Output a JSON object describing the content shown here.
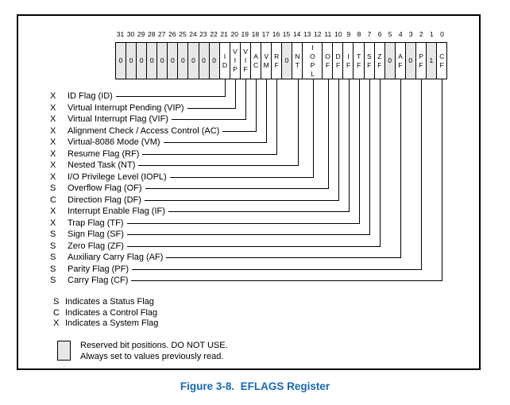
{
  "register": {
    "bit_numbers": [
      "31",
      "30",
      "29",
      "28",
      "27",
      "26",
      "25",
      "24",
      "23",
      "22",
      "21",
      "20",
      "19",
      "18",
      "17",
      "16",
      "15",
      "14",
      "13",
      "12",
      "11",
      "10",
      "9",
      "8",
      "7",
      "6",
      "5",
      "4",
      "3",
      "2",
      "1",
      "0"
    ],
    "cells": [
      {
        "label": "0",
        "bits": 1,
        "reserved": true
      },
      {
        "label": "0",
        "bits": 1,
        "reserved": true
      },
      {
        "label": "0",
        "bits": 1,
        "reserved": true
      },
      {
        "label": "0",
        "bits": 1,
        "reserved": true
      },
      {
        "label": "0",
        "bits": 1,
        "reserved": true
      },
      {
        "label": "0",
        "bits": 1,
        "reserved": true
      },
      {
        "label": "0",
        "bits": 1,
        "reserved": true
      },
      {
        "label": "0",
        "bits": 1,
        "reserved": true
      },
      {
        "label": "0",
        "bits": 1,
        "reserved": true
      },
      {
        "label": "0",
        "bits": 1,
        "reserved": true
      },
      {
        "label": "ID",
        "bits": 1,
        "reserved": false
      },
      {
        "label": "VIP",
        "bits": 1,
        "reserved": false
      },
      {
        "label": "VIF",
        "bits": 1,
        "reserved": false
      },
      {
        "label": "AC",
        "bits": 1,
        "reserved": false
      },
      {
        "label": "VM",
        "bits": 1,
        "reserved": false
      },
      {
        "label": "RF",
        "bits": 1,
        "reserved": false
      },
      {
        "label": "0",
        "bits": 1,
        "reserved": true
      },
      {
        "label": "NT",
        "bits": 1,
        "reserved": false
      },
      {
        "label": "IOPL",
        "bits": 2,
        "reserved": false
      },
      {
        "label": "OF",
        "bits": 1,
        "reserved": false
      },
      {
        "label": "DF",
        "bits": 1,
        "reserved": false
      },
      {
        "label": "IF",
        "bits": 1,
        "reserved": false
      },
      {
        "label": "TF",
        "bits": 1,
        "reserved": false
      },
      {
        "label": "SF",
        "bits": 1,
        "reserved": false
      },
      {
        "label": "ZF",
        "bits": 1,
        "reserved": false
      },
      {
        "label": "0",
        "bits": 1,
        "reserved": true
      },
      {
        "label": "AF",
        "bits": 1,
        "reserved": false
      },
      {
        "label": "0",
        "bits": 1,
        "reserved": true
      },
      {
        "label": "PF",
        "bits": 1,
        "reserved": false
      },
      {
        "label": "1",
        "bits": 1,
        "reserved": true
      },
      {
        "label": "CF",
        "bits": 1,
        "reserved": false
      }
    ]
  },
  "flags": [
    {
      "type": "X",
      "name": "ID Flag (ID)",
      "cell": 10
    },
    {
      "type": "X",
      "name": "Virtual Interrupt Pending (VIP)",
      "cell": 11
    },
    {
      "type": "X",
      "name": "Virtual Interrupt Flag (VIF)",
      "cell": 12
    },
    {
      "type": "X",
      "name": "Alignment Check / Access Control (AC)",
      "cell": 13
    },
    {
      "type": "X",
      "name": "Virtual-8086 Mode (VM)",
      "cell": 14
    },
    {
      "type": "X",
      "name": "Resume Flag (RF)",
      "cell": 15
    },
    {
      "type": "X",
      "name": "Nested Task (NT)",
      "cell": 17
    },
    {
      "type": "X",
      "name": "I/O Privilege Level (IOPL)",
      "cell": 18
    },
    {
      "type": "S",
      "name": "Overflow Flag (OF)",
      "cell": 19
    },
    {
      "type": "C",
      "name": "Direction Flag (DF)",
      "cell": 20
    },
    {
      "type": "X",
      "name": "Interrupt Enable Flag (IF)",
      "cell": 21
    },
    {
      "type": "X",
      "name": "Trap Flag (TF)",
      "cell": 22
    },
    {
      "type": "S",
      "name": "Sign Flag (SF)",
      "cell": 23
    },
    {
      "type": "S",
      "name": "Zero Flag (ZF)",
      "cell": 24
    },
    {
      "type": "S",
      "name": "Auxiliary Carry Flag (AF)",
      "cell": 26
    },
    {
      "type": "S",
      "name": "Parity Flag (PF)",
      "cell": 28
    },
    {
      "type": "S",
      "name": "Carry Flag (CF)",
      "cell": 30
    }
  ],
  "legend": [
    {
      "type": "S",
      "text": "Indicates a Status Flag"
    },
    {
      "type": "C",
      "text": "Indicates a Control Flag"
    },
    {
      "type": "X",
      "text": "Indicates a System Flag"
    }
  ],
  "reserved_note": {
    "line1": "Reserved bit positions. DO NOT USE.",
    "line2": "Always set to values previously read."
  },
  "caption": "Figure 3-8.  EFLAGS Register",
  "colors": {
    "caption_blue": "#1568b8",
    "reserved_fill": "#e7e7e7",
    "line_black": "#000000"
  }
}
